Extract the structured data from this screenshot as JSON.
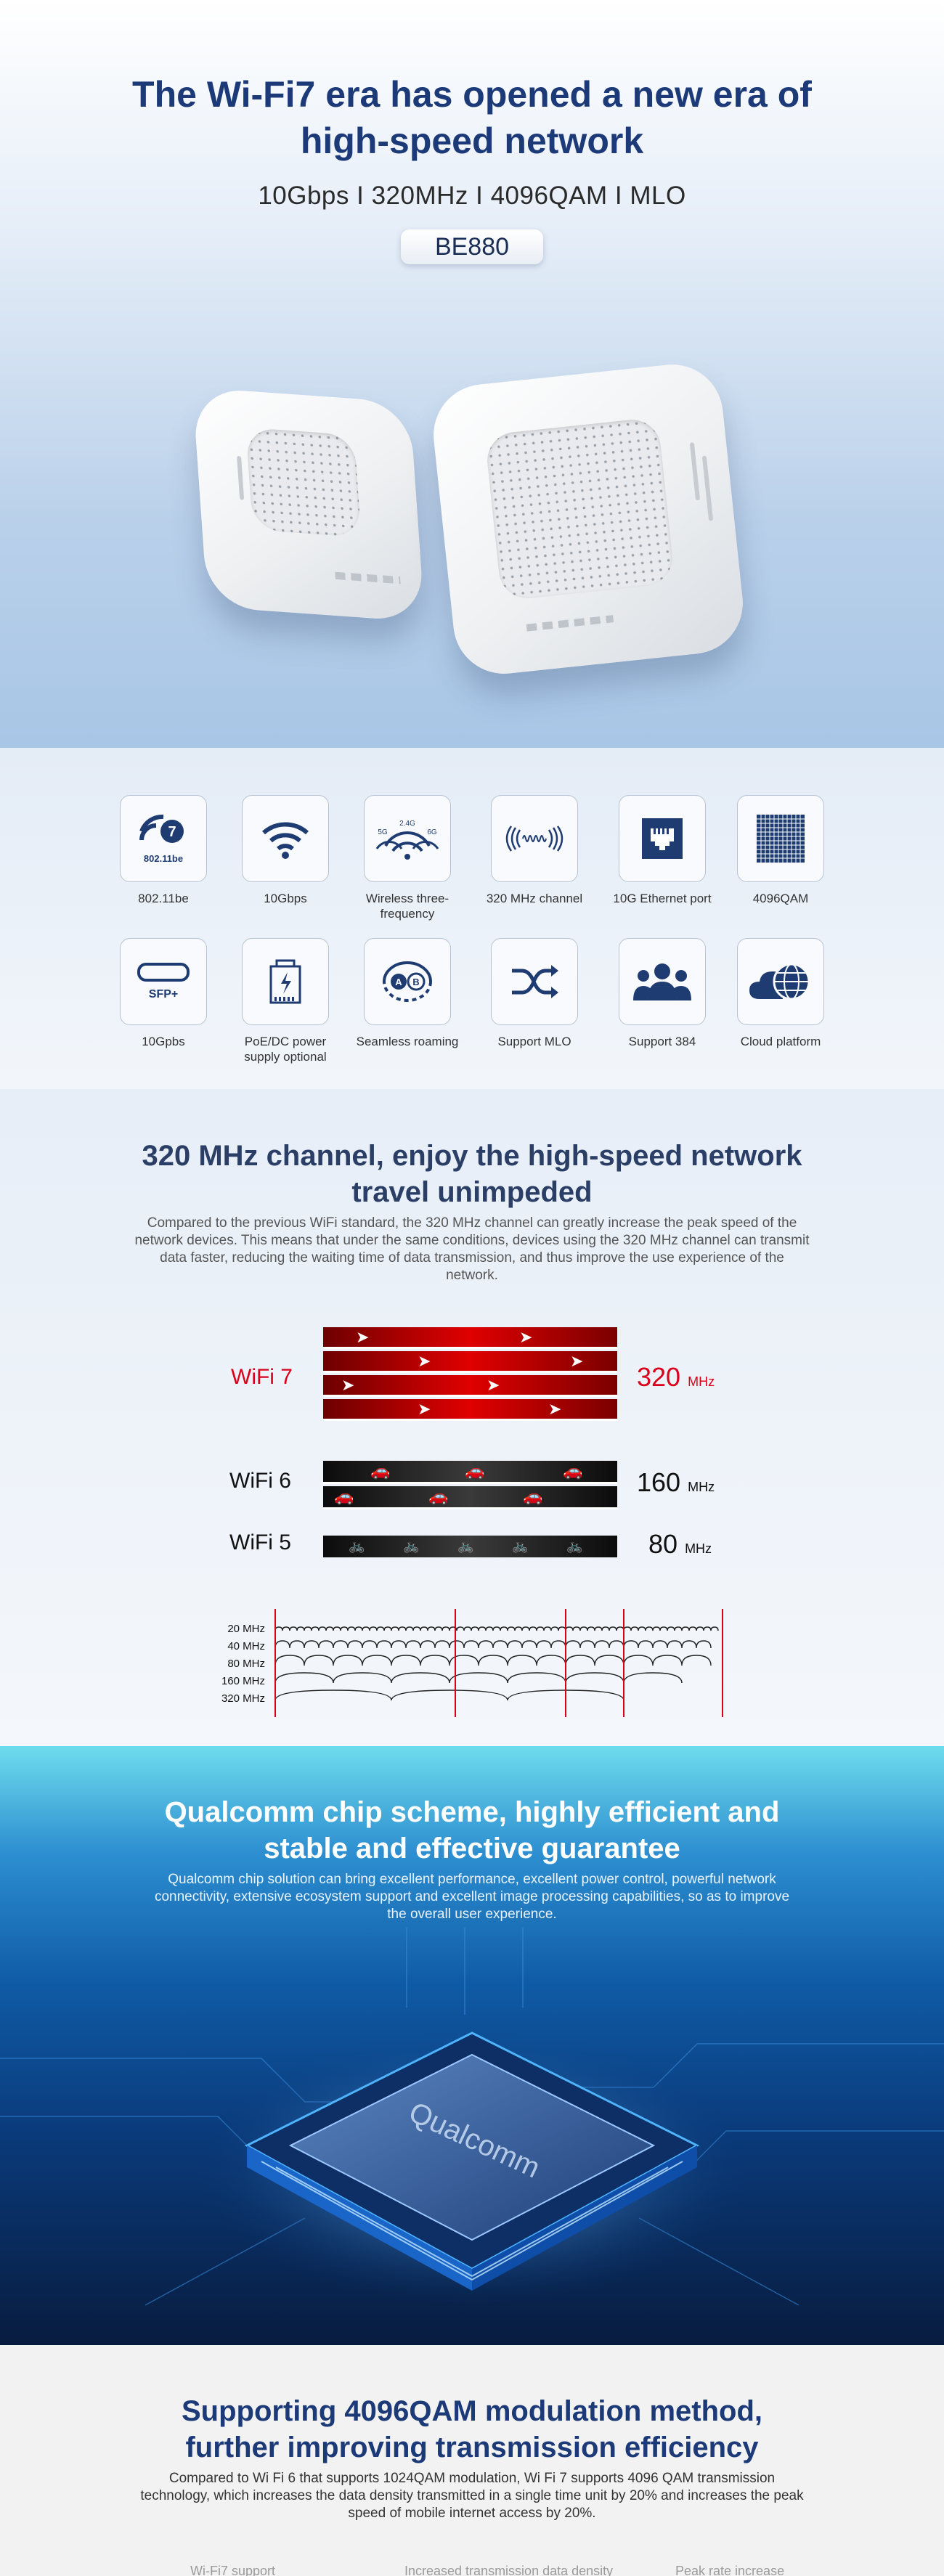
{
  "hero": {
    "title_line1": "The Wi-Fi7 era has opened a new era of",
    "title_line2": "high-speed network",
    "subtitle": "10Gbps I 320MHz I 4096QAM I MLO",
    "badge": "BE880"
  },
  "features": [
    {
      "label": "802.11be",
      "icon": "wifi7-802-11be-icon",
      "icon_text": "7",
      "icon_sub": "802.11be"
    },
    {
      "label": "10Gbps",
      "icon": "wifi-signal-icon"
    },
    {
      "label": "Wireless three-frequency",
      "icon": "tri-band-icon",
      "icon_bands": [
        "5G",
        "2.4G",
        "6G"
      ]
    },
    {
      "label": "320 MHz channel",
      "icon": "channel-wave-icon"
    },
    {
      "label": "10G Ethernet port",
      "icon": "ethernet-port-icon"
    },
    {
      "label": "4096QAM",
      "icon": "qam-grid-icon"
    },
    {
      "label": "10Gpbs",
      "icon": "sfp-port-icon",
      "icon_text": "SFP+"
    },
    {
      "label": "PoE/DC power supply optional",
      "icon": "poe-power-icon"
    },
    {
      "label": "Seamless roaming",
      "icon": "roaming-icon",
      "icon_a": "A",
      "icon_b": "B"
    },
    {
      "label": "Support MLO",
      "icon": "mlo-arrows-icon"
    },
    {
      "label": "Support 384",
      "icon": "users-group-icon"
    },
    {
      "label": "Cloud platform",
      "icon": "cloud-globe-icon"
    }
  ],
  "channel": {
    "title_line1": "320 MHz channel, enjoy the high-speed network",
    "title_line2": "travel unimpeded",
    "description": "Compared to the previous WiFi standard, the 320 MHz channel can greatly increase the peak speed of the network devices. This means that under the same conditions, devices using the 320 MHz channel can transmit data faster, reducing the waiting time of data transmission, and thus improve the use experience of the network.",
    "rows": [
      {
        "name": "WiFi 7",
        "value": "320",
        "unit": "MHz",
        "color": "#d9001b"
      },
      {
        "name": "WiFi 6",
        "value": "160",
        "unit": "MHz",
        "color": "#111111"
      },
      {
        "name": "WiFi 5",
        "value": "80",
        "unit": "MHz",
        "color": "#111111"
      }
    ],
    "freq_labels": [
      "20 MHz",
      "40 MHz",
      "80 MHz",
      "160 MHz",
      "320 MHz"
    ]
  },
  "qualcomm": {
    "title_line1": "Qualcomm chip scheme, highly efficient and",
    "title_line2": "stable and effective guarantee",
    "description": "Qualcomm chip solution can bring excellent performance, excellent power control, powerful network connectivity, extensive ecosystem support and excellent image processing capabilities, so as to improve the overall user experience.",
    "chip_logo": "Qualcomm"
  },
  "qam": {
    "title_line1": "Supporting 4096QAM modulation method,",
    "title_line2": "further improving transmission efficiency",
    "description": "Compared to Wi Fi 6 that supports 1024QAM modulation, Wi Fi 7 supports 4096 QAM transmission technology, which increases the data density transmitted in a single time unit by 20% and increases the peak speed of mobile internet access by 20%.",
    "columns": [
      "Wi-Fi7 support",
      "Increased transmission data density",
      "Peak rate increase"
    ]
  },
  "colors": {
    "brand_blue": "#1c3a78",
    "wifi7_red": "#d9001b",
    "section_title": "#2b3f66"
  }
}
